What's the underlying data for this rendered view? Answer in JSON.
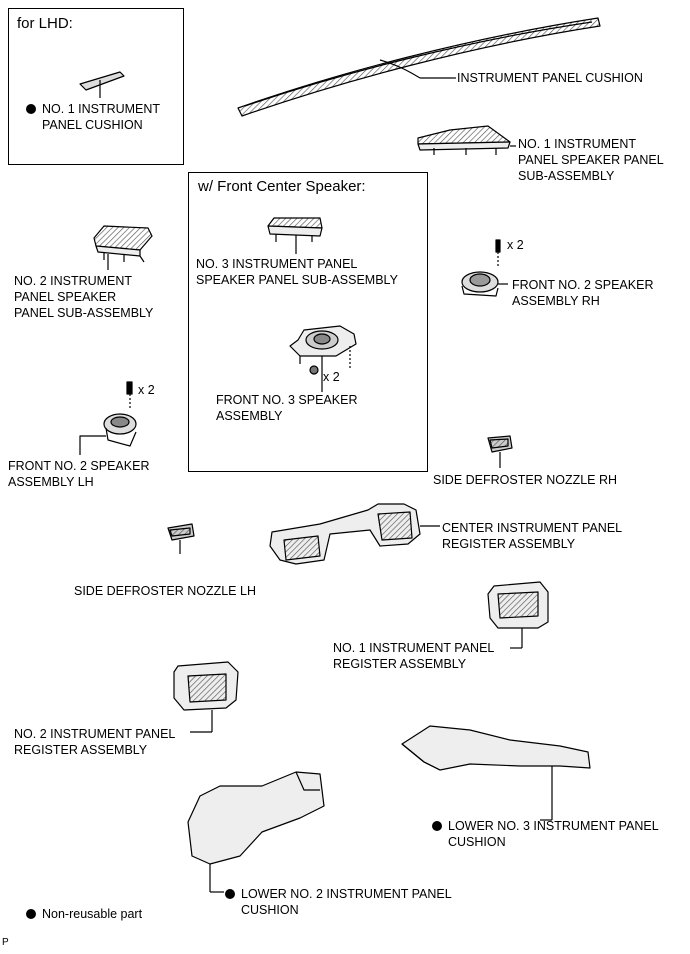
{
  "boxes": {
    "lhd_title": "for LHD:",
    "center_speaker_title": "w/ Front Center Speaker:"
  },
  "labels": {
    "no1_ip_cushion": "NO. 1 INSTRUMENT\nPANEL CUSHION",
    "ip_cushion": "INSTRUMENT PANEL CUSHION",
    "no1_speaker_panel": "NO. 1 INSTRUMENT\nPANEL SPEAKER PANEL\nSUB-ASSEMBLY",
    "no3_speaker_panel": "NO. 3 INSTRUMENT PANEL\nSPEAKER PANEL SUB-ASSEMBLY",
    "no2_speaker_panel": "NO. 2 INSTRUMENT\nPANEL SPEAKER\nPANEL SUB-ASSEMBLY",
    "front_no2_speaker_rh": "FRONT NO. 2 SPEAKER\nASSEMBLY RH",
    "front_no3_speaker": "FRONT NO. 3 SPEAKER\nASSEMBLY",
    "front_no2_speaker_lh": "FRONT NO. 2 SPEAKER\nASSEMBLY LH",
    "side_defroster_rh": "SIDE DEFROSTER NOZZLE RH",
    "center_register": "CENTER INSTRUMENT PANEL\nREGISTER ASSEMBLY",
    "side_defroster_lh": "SIDE DEFROSTER NOZZLE LH",
    "no1_register": "NO. 1 INSTRUMENT PANEL\nREGISTER ASSEMBLY",
    "no2_register": "NO. 2 INSTRUMENT PANEL\nREGISTER ASSEMBLY",
    "lower_no3_cushion": "LOWER NO. 3 INSTRUMENT PANEL\nCUSHION",
    "lower_no2_cushion": "LOWER NO. 2 INSTRUMENT PANEL\nCUSHION",
    "qty_rh": "x 2",
    "qty_center": "x 2",
    "qty_lh": "x 2",
    "legend": "Non-reusable part",
    "page_code": "P"
  }
}
